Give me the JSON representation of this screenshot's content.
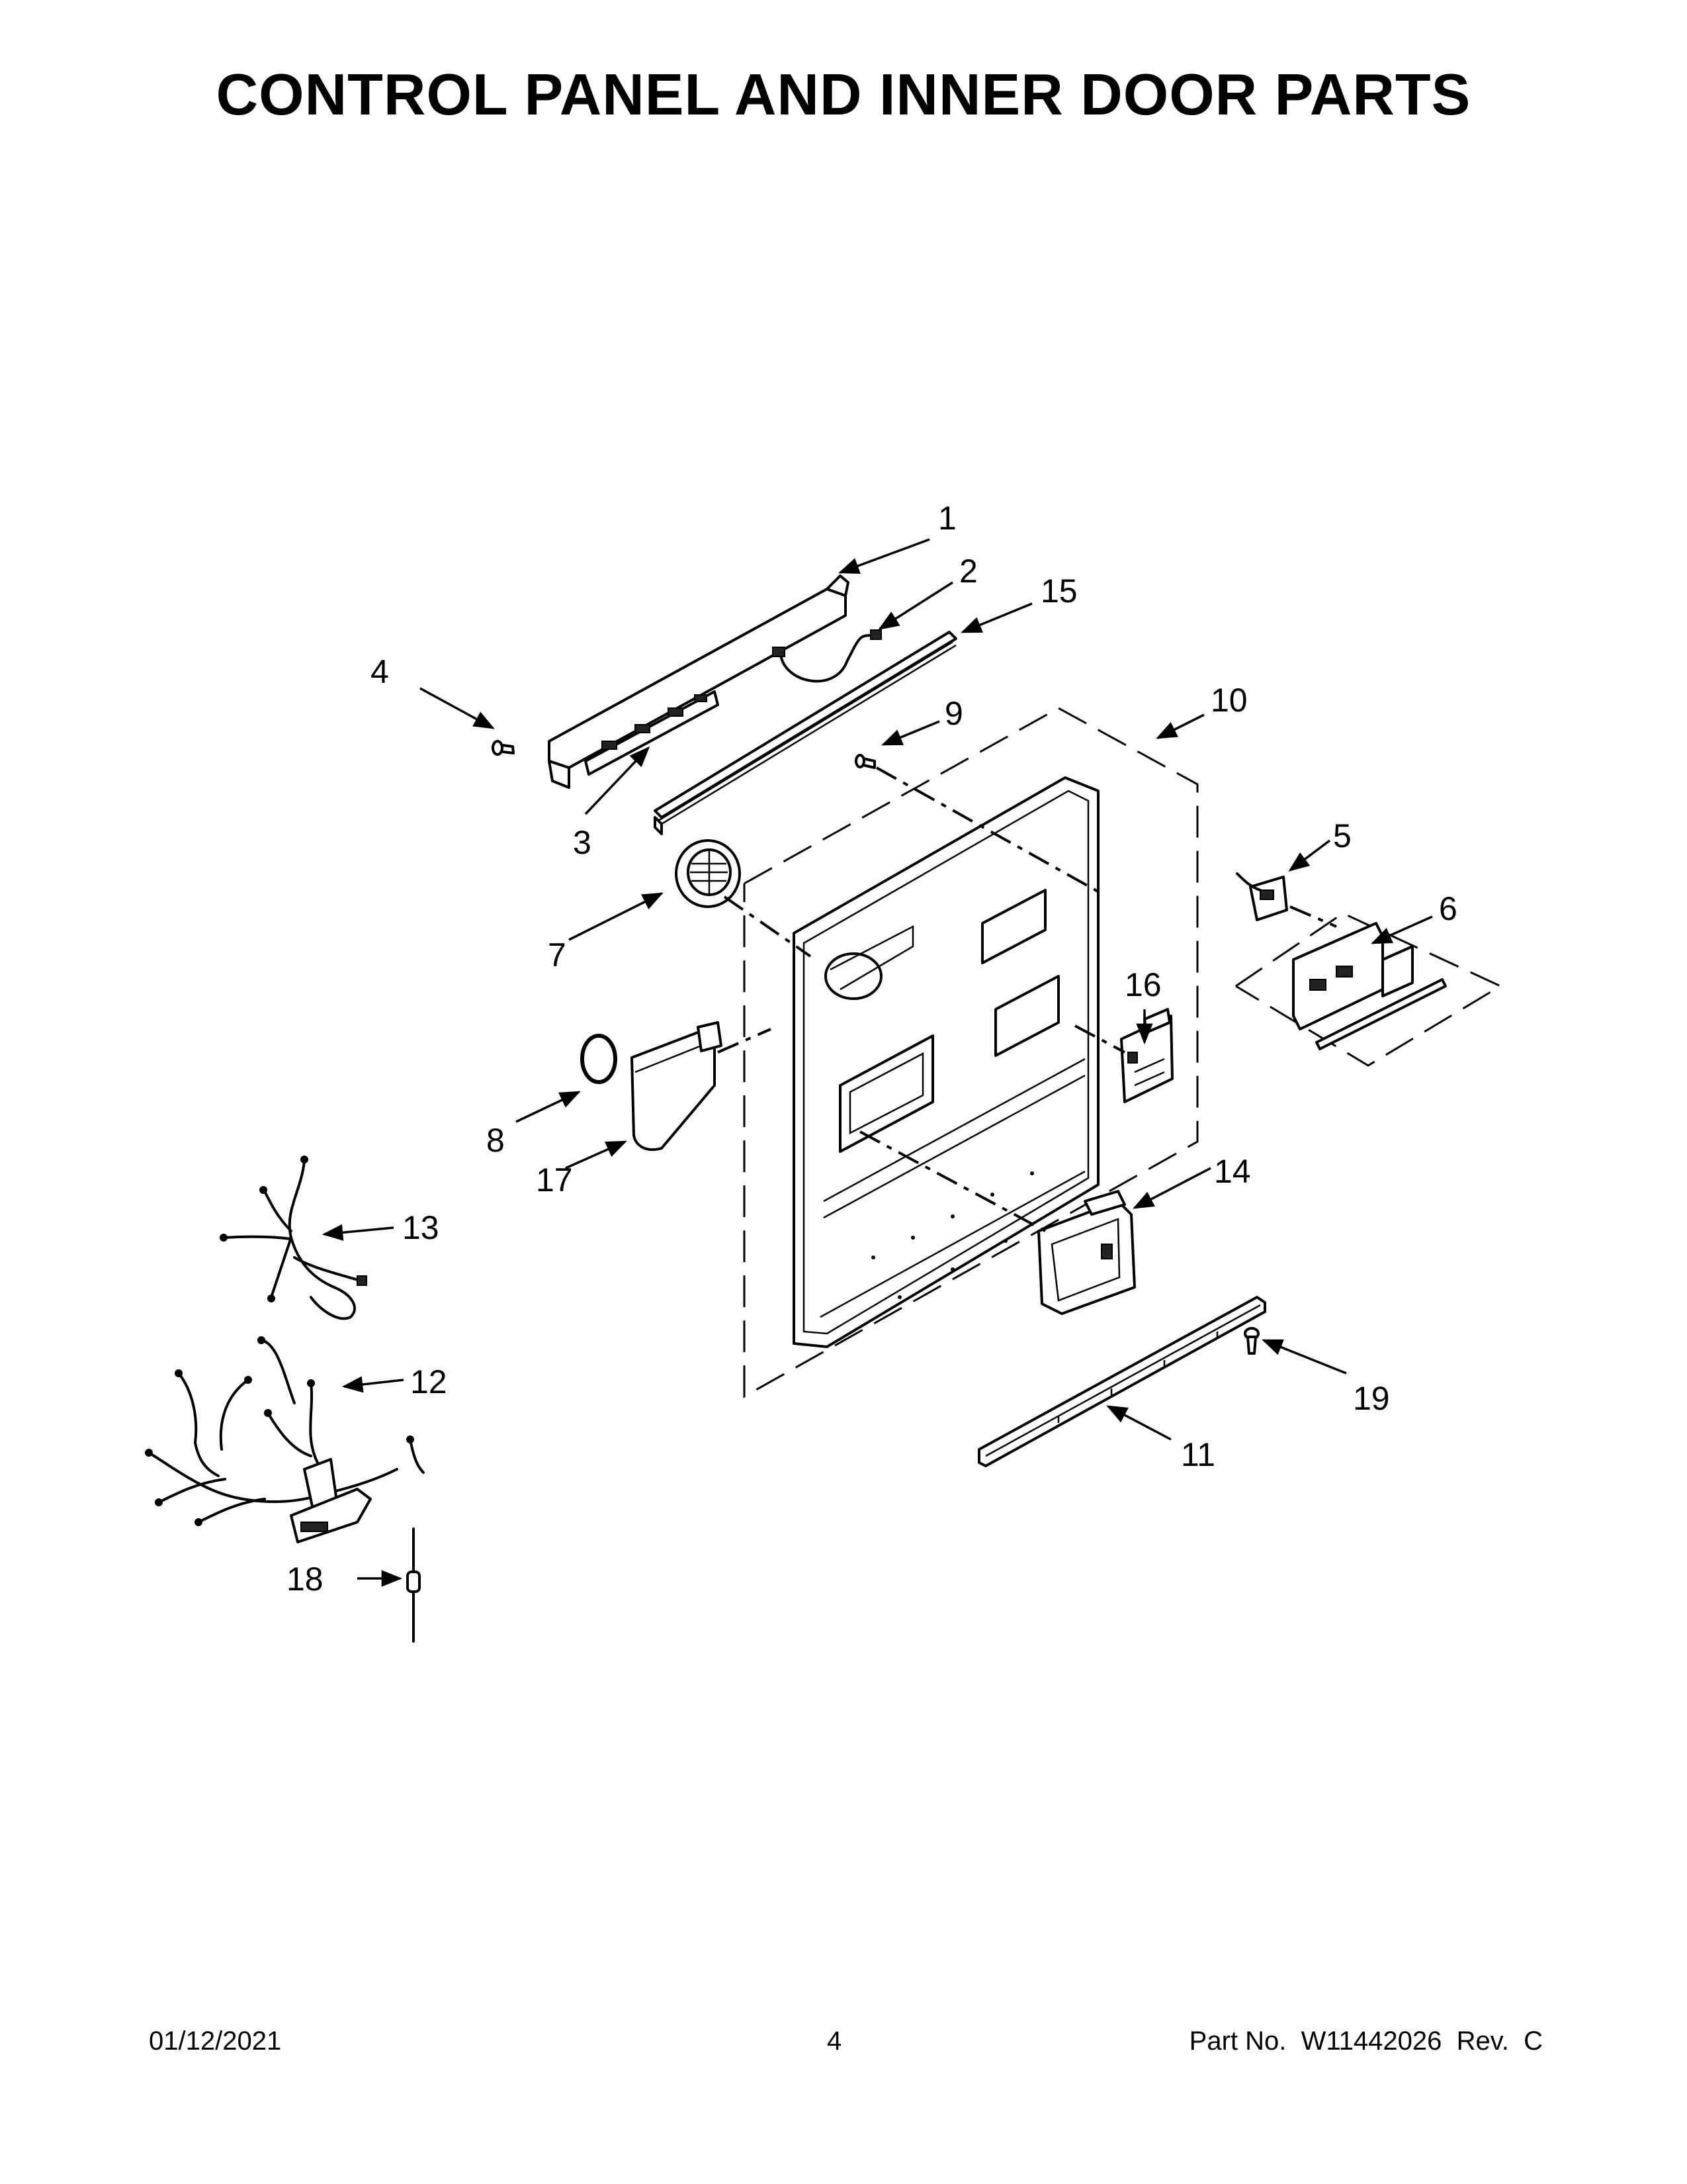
{
  "title": "CONTROL PANEL AND INNER DOOR PARTS",
  "footer": {
    "date": "01/12/2021",
    "page": "4",
    "part_number": "Part No.  W11442026  Rev.  C"
  },
  "callouts": [
    "1",
    "2",
    "3",
    "4",
    "5",
    "6",
    "7",
    "8",
    "9",
    "10",
    "11",
    "12",
    "13",
    "14",
    "15",
    "16",
    "17",
    "18",
    "19"
  ]
}
